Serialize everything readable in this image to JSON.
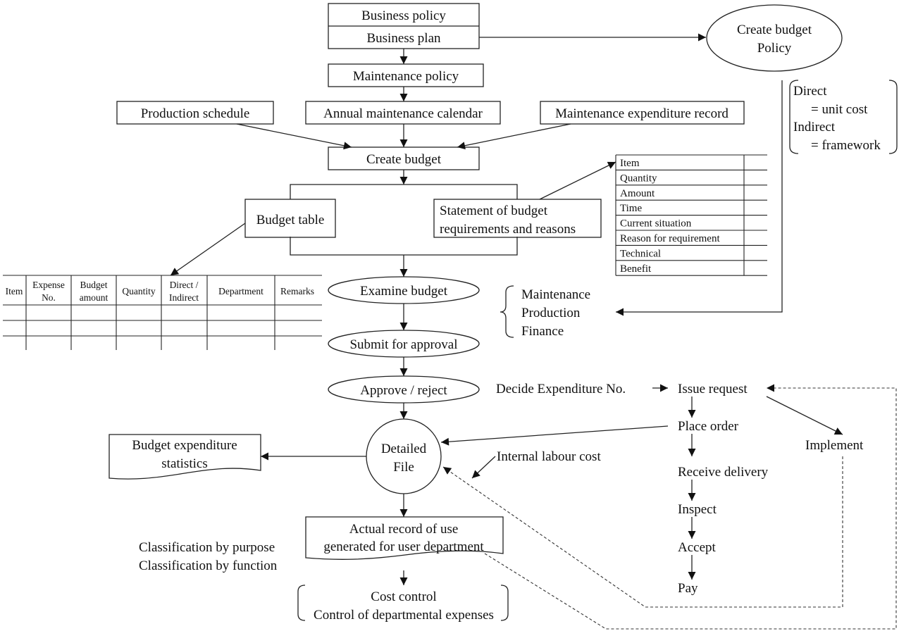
{
  "nodes": {
    "business_policy": "Business policy",
    "business_plan": "Business plan",
    "maintenance_policy": "Maintenance policy",
    "production_schedule": "Production schedule",
    "annual_calendar": "Annual maintenance calendar",
    "expenditure_record": "Maintenance expenditure record",
    "create_budget": "Create budget",
    "budget_table": "Budget table",
    "statement_line1": "Statement of budget",
    "statement_line2": "requirements and reasons",
    "create_budget_policy_line1": "Create budget",
    "create_budget_policy_line2": "Policy",
    "examine_budget": "Examine budget",
    "submit_for_approval": "Submit for approval",
    "approve_reject": "Approve / reject",
    "detailed_file_line1": "Detailed",
    "detailed_file_line2": "File",
    "stats_line1": "Budget expenditure",
    "stats_line2": "statistics",
    "actual_line1": "Actual record of use",
    "actual_line2": "generated for user department",
    "cost_control_line1": "Cost control",
    "cost_control_line2": "Control of departmental expenses"
  },
  "policy_note": {
    "direct": "Direct",
    "direct_value": "= unit cost",
    "indirect": "Indirect",
    "indirect_value": "= framework"
  },
  "statement_items": [
    "Item",
    "Quantity",
    "Amount",
    "Time",
    "Current situation",
    "Reason for requirement",
    "Technical",
    "Benefit"
  ],
  "budget_table_headers": {
    "item": "Item",
    "expense_no_1": "Expense",
    "expense_no_2": "No.",
    "budget_amount_1": "Budget",
    "budget_amount_2": "amount",
    "quantity": "Quantity",
    "direct_indirect_1": "Direct /",
    "direct_indirect_2": "Indirect",
    "department": "Department",
    "remarks": "Remarks"
  },
  "examiners": [
    "Maintenance",
    "Production",
    "Finance"
  ],
  "procurement": {
    "decide_expenditure_no": "Decide Expenditure No.",
    "issue_request": "Issue request",
    "place_order": "Place order",
    "receive_delivery": "Receive delivery",
    "inspect": "Inspect",
    "accept": "Accept",
    "pay": "Pay",
    "implement": "Implement"
  },
  "internal_labour_cost": "Internal labour cost",
  "classification": {
    "by_purpose": "Classification by purpose",
    "by_function": "Classification by function"
  }
}
